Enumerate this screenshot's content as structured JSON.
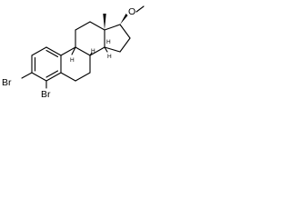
{
  "molecule": {
    "atoms": {
      "bromine_upper": "Br",
      "bromine_lower": "Br",
      "oxygen": "O",
      "stereo_h_8": "H",
      "stereo_h_9": "H",
      "stereo_h_14": "H",
      "stereo_h_13": "H"
    }
  }
}
